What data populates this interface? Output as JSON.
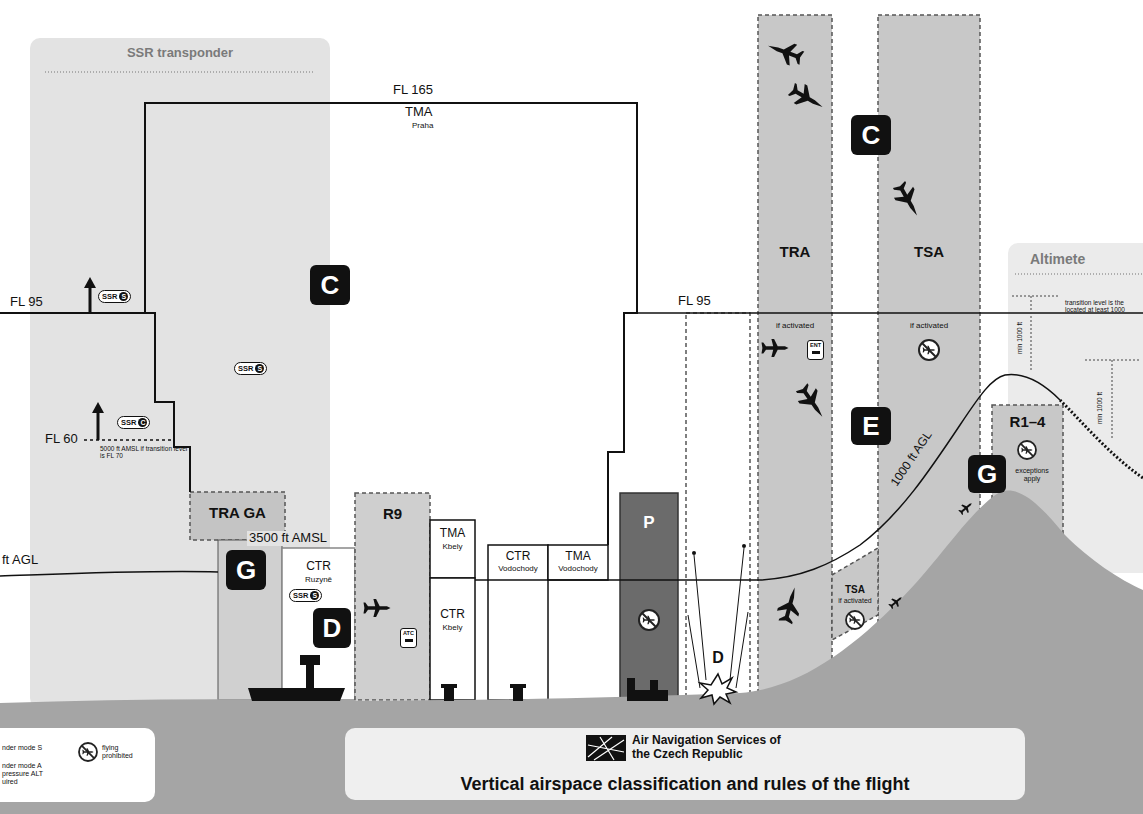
{
  "diagram": {
    "title": "Vertical airspace classification and rules of the flight",
    "nodes": [
      {
        "text": [
          "SSR transponder"
        ]
      },
      {
        "text": [
          "C"
        ]
      },
      {
        "text": [
          "TRA GA"
        ]
      },
      {
        "text": [
          "G"
        ]
      },
      {
        "text": [
          "CTR",
          "Ruzyně"
        ]
      },
      {
        "text": [
          "D"
        ],
        "in": 4
      },
      {
        "text": [
          "R9"
        ]
      },
      {
        "text": [
          "TMA",
          "Kbely"
        ]
      },
      {
        "text": [
          "CTR",
          "Kbely"
        ]
      },
      {
        "text": [
          "CTR",
          "Vodochody"
        ]
      },
      {
        "text": [
          "TMA",
          "Vodochody"
        ]
      },
      {
        "text": [
          "P"
        ]
      },
      {
        "text": [
          "D"
        ]
      },
      {
        "text": [
          "TRA",
          "if activated"
        ]
      },
      {
        "text": [
          "C"
        ]
      },
      {
        "text": [
          "E"
        ]
      },
      {
        "text": [
          "TSA",
          "if activated"
        ]
      },
      {
        "text": [
          "TSA",
          "if activated"
        ]
      },
      {
        "text": [
          "G"
        ]
      },
      {
        "text": [
          "R1–4",
          "exceptions apply"
        ]
      },
      {
        "text": [
          "Altimete",
          "transition level is the located at least 1000"
        ]
      },
      {
        "text": [
          "Air Navigation Services of the Czech Republic"
        ]
      }
    ],
    "labels": [
      "FL 165",
      "TMA",
      "Praha",
      "FL 95",
      "SSR",
      "S",
      "SSR",
      "S",
      "FL 60",
      "SSR",
      "C",
      "5000 ft AMSL if transition level is FL 70",
      "ft AGL",
      "3500 ft AMSL",
      "SSR",
      "S",
      "ATC",
      "FL 95",
      "ENT",
      "1000 ft AGL",
      "min 1000 ft",
      "min 1000 ft"
    ],
    "legend": [
      {
        "text": "nder mode S"
      },
      {
        "text": "nder mode A pressure ALT uired"
      },
      {
        "text": "flying prohibited"
      }
    ]
  }
}
